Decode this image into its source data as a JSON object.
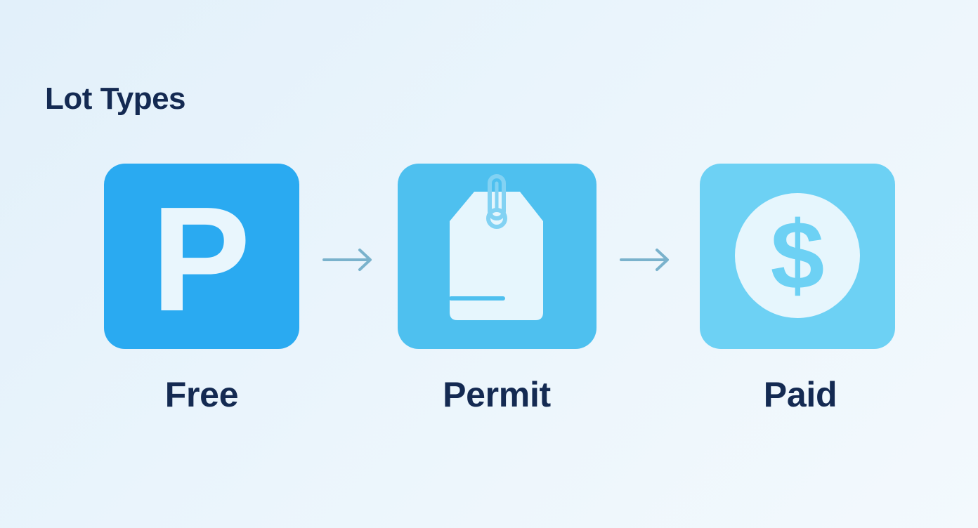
{
  "title": "Lot Types",
  "steps": [
    {
      "label": "Free",
      "icon": "parking-p-icon",
      "color": "#2aaaf1"
    },
    {
      "label": "Permit",
      "icon": "permit-tag-icon",
      "color": "#4ec0ef"
    },
    {
      "label": "Paid",
      "icon": "dollar-coin-icon",
      "color": "#6dd1f4"
    }
  ],
  "icon_glyphs": {
    "parking": "P",
    "currency": "$"
  },
  "colors": {
    "text": "#142a52",
    "arrow": "#7ab2cc",
    "icon_fill": "#e6f6fd"
  }
}
